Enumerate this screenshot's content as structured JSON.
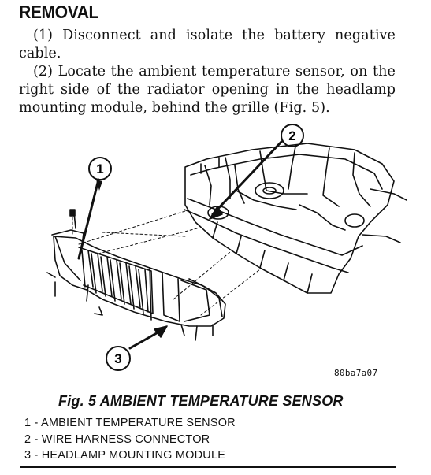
{
  "section": {
    "heading": "REMOVAL",
    "steps": [
      "(1) Disconnect and isolate the battery negative cable.",
      "(2) Locate the ambient temperature sensor, on the right side of the radiator opening in the headlamp mounting module, behind the grille (Fig. 5)."
    ]
  },
  "figure": {
    "callouts": [
      "1",
      "2",
      "3"
    ],
    "image_code": "80ba7a07",
    "caption": "Fig. 5 AMBIENT TEMPERATURE SENSOR",
    "legend": [
      "1 - AMBIENT TEMPERATURE SENSOR",
      "2 - WIRE HARNESS CONNECTOR",
      "3 - HEADLAMP MOUNTING MODULE"
    ]
  }
}
